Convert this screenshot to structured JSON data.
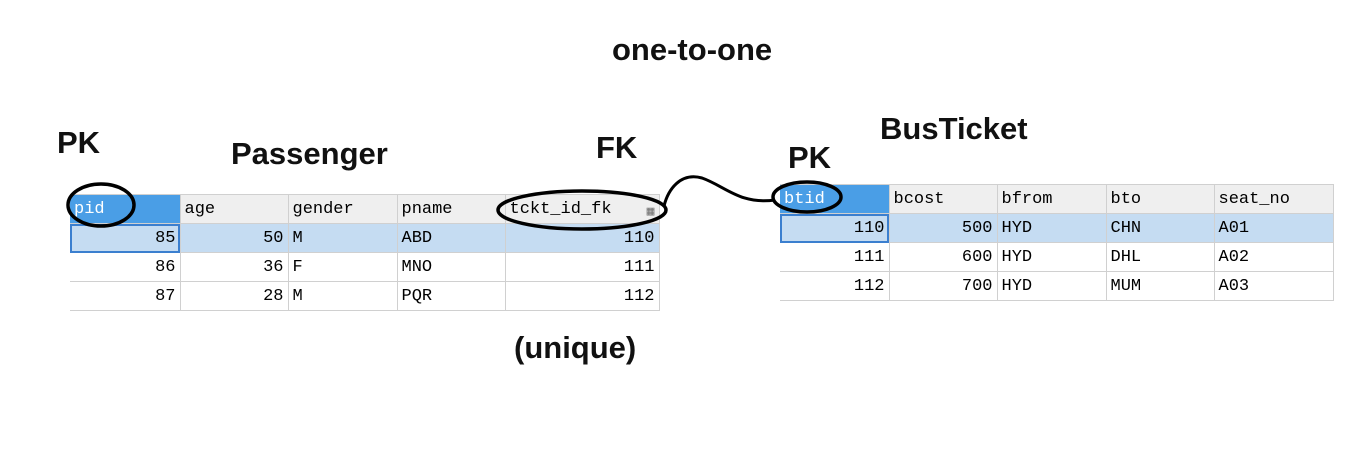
{
  "title": "one-to-one",
  "labels": {
    "pk_left": "PK",
    "pk_right": "PK",
    "fk": "FK",
    "unique": "(unique)"
  },
  "passenger": {
    "name": "Passenger",
    "columns": [
      "pid",
      "age",
      "gender",
      "pname",
      "tckt_id_fk"
    ],
    "rows": [
      [
        "85",
        "50",
        "M",
        "ABD",
        "110"
      ],
      [
        "86",
        "36",
        "F",
        "MNO",
        "111"
      ],
      [
        "87",
        "28",
        "M",
        "PQR",
        "112"
      ]
    ],
    "icons": {
      "column_options": "grid-columns-icon"
    }
  },
  "busticket": {
    "name": "BusTicket",
    "columns": [
      "btid",
      "bcost",
      "bfrom",
      "bto",
      "seat_no"
    ],
    "rows": [
      [
        "110",
        "500",
        "HYD",
        "CHN",
        "A01"
      ],
      [
        "111",
        "600",
        "HYD",
        "DHL",
        "A02"
      ],
      [
        "112",
        "700",
        "HYD",
        "MUM",
        "A03"
      ]
    ]
  },
  "colors": {
    "selected_header": "#4a9ee6",
    "selected_row": "#c5dcf2",
    "annotation": "#000000"
  }
}
